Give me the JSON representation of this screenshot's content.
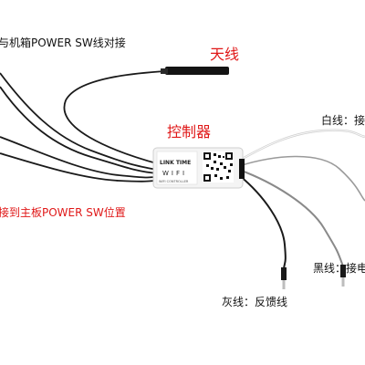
{
  "labels": {
    "power_case": "与机箱POWER SW线对接",
    "antenna": "天线",
    "controller": "控制器",
    "white_wire": "白线：接",
    "board_power": "接到主板POWER SW位置",
    "black_wire": "黑线：接电",
    "gray_wire": "灰线：反馈线"
  },
  "device": {
    "brand": "LINK TIME",
    "mode": "WIFI",
    "model": "WIFI CONTROLLER"
  },
  "colors": {
    "label_red": "#e01818",
    "label_black": "#111111",
    "wire_black": "#1a1a1a",
    "wire_white": "#e8e8e8",
    "wire_gray": "#8a8a8a",
    "module_body": "#f4f4f4"
  }
}
